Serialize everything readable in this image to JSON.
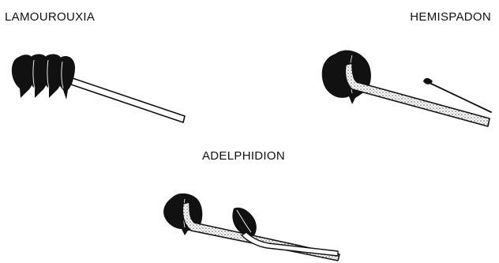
{
  "labels": {
    "lamourouxia": "LAMOUROUXIA",
    "hemispadon": "HEMISPADON",
    "adelphidion": "ADELPHIDION"
  },
  "colors": {
    "ink": "#111111",
    "background": "#ffffff",
    "stipple": "#8a8a8a"
  }
}
